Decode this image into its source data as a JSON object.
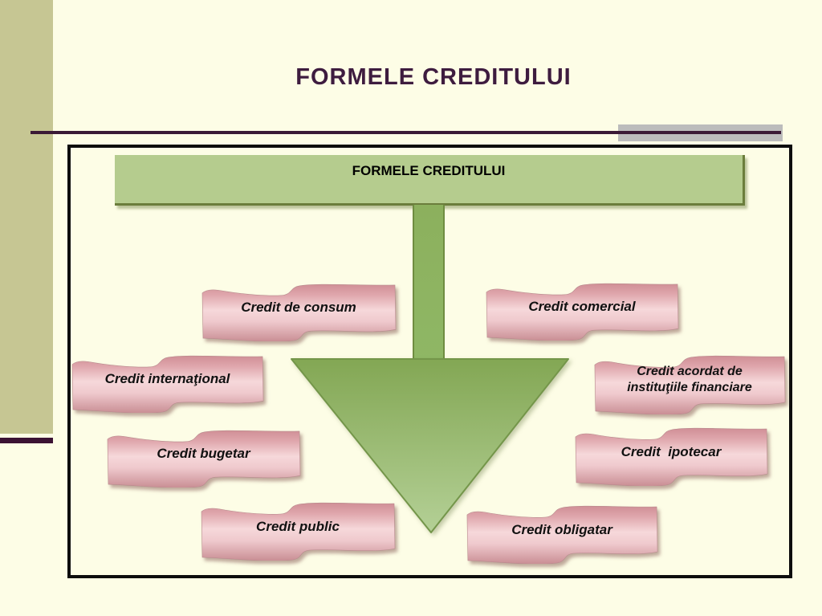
{
  "slide": {
    "title": "FORMELE CREDITULUI",
    "diagram": {
      "header_label": "FORMELE CREDITULUI",
      "credit_forms": [
        {
          "label": "Credit de consum"
        },
        {
          "label": "Credit comercial"
        },
        {
          "label": "Credit internaţional"
        },
        {
          "label": "Credit acordat de\ninstituţiile financiare"
        },
        {
          "label": "Credit bugetar"
        },
        {
          "label": "Credit  ipotecar"
        },
        {
          "label": "Credit public"
        },
        {
          "label": "Credit obligatar"
        }
      ]
    },
    "colors": {
      "background": "#FDFDE6",
      "sidebar_olive": "#C6C693",
      "accent_purple": "#3B1A36",
      "gray_block": "#BCBCBC",
      "frame_border": "#0D0D0D",
      "header_green": "#B5CC8E",
      "arrow_green_top": "#83A754",
      "arrow_green_bottom": "#B4D096",
      "ribbon_pink_dark": "#D08F96",
      "ribbon_pink_light": "#F6D8DA"
    }
  }
}
